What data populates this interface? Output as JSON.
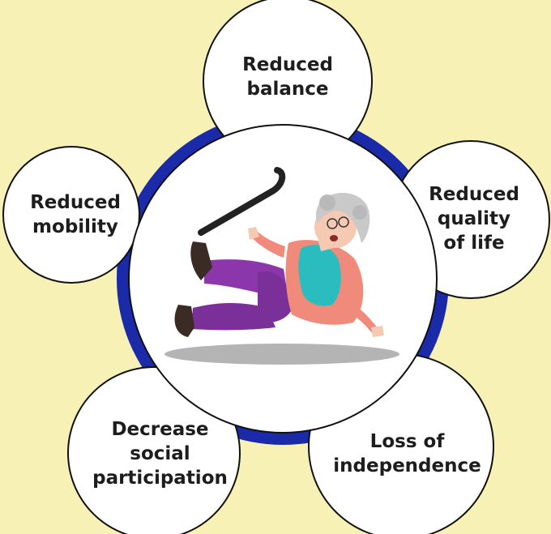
{
  "diagram": {
    "center_icon": "elderly-woman-falling-with-cane",
    "ring_color": "#1a2aa8",
    "background_color": "#f7f1b6",
    "nodes": [
      {
        "id": "top",
        "label": "Reduced\nbalance"
      },
      {
        "id": "right-upper",
        "label": "Reduced\nquality\nof life"
      },
      {
        "id": "right-lower",
        "label": "Loss of\nindependence"
      },
      {
        "id": "left-lower",
        "label": "Decrease\nsocial\nparticipation"
      },
      {
        "id": "left-upper",
        "label": "Reduced\nmobility"
      }
    ]
  }
}
